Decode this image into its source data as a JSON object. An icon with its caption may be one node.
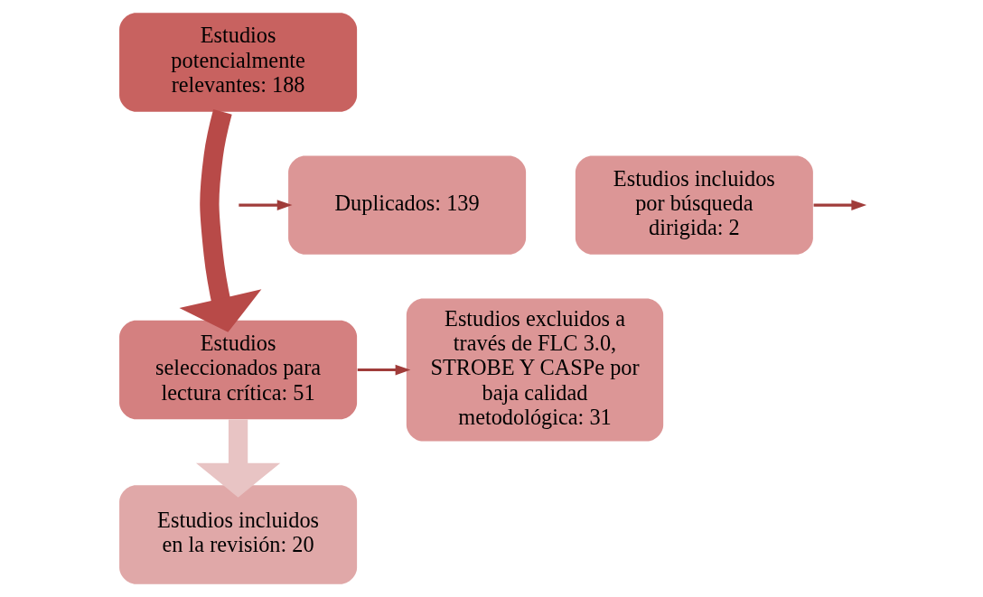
{
  "diagram": {
    "nodes": [
      {
        "text": [
          "Estudios potencialmente relevantes: 188"
        ]
      },
      {
        "text": [
          "Duplicados: 139"
        ]
      },
      {
        "text": [
          "Estudios incluidos por búsqueda dirigida: 2"
        ]
      },
      {
        "text": [
          "Estudios seleccionados para lectura crítica: 51"
        ]
      },
      {
        "text": [
          "Estudios excluidos a través de FLC 3.0, STROBE Y CASPe por baja calidad metodológica: 31"
        ]
      },
      {
        "text": [
          "Estudios incluidos en la revisión: 20"
        ]
      }
    ],
    "edges": [
      {
        "from": 0,
        "to": 3,
        "arrow": "to",
        "style": "thick",
        "color": "#b84a48"
      },
      {
        "from": null,
        "to": 1,
        "arrow": "to"
      },
      {
        "from": 2,
        "to": null,
        "arrow": "to"
      },
      {
        "from": 3,
        "to": 4,
        "arrow": "to"
      },
      {
        "from": 3,
        "to": 5,
        "arrow": "to",
        "style": "thick",
        "color": "#e8c4c4"
      }
    ]
  }
}
